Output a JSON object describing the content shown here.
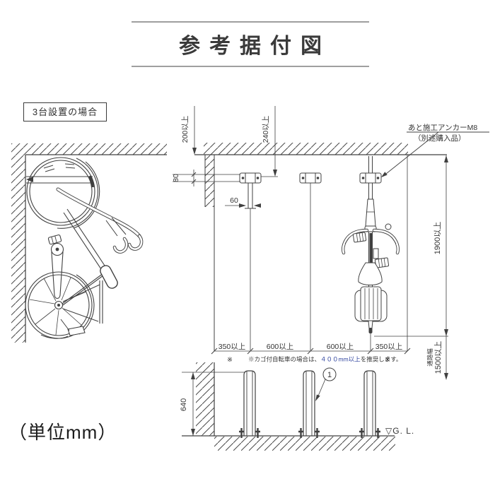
{
  "header": {
    "title": "参考据付図"
  },
  "left_view": {
    "case_label": "3台設置の場合",
    "unit_label": "（単位mm）"
  },
  "plan_view": {
    "dim_wall_top": "200以上",
    "dim_bracket_top": "240以上",
    "dim_wall_offset": "80",
    "dim_rail_width": "60",
    "anchor_callout_line1": "あと施工アンカーM8",
    "anchor_callout_line2": "（別途購入品）",
    "bottom_dims": [
      "350以上",
      "600以上",
      "600以上",
      "350以上"
    ],
    "asterisk": "※",
    "note_prefix": "※カゴ付自転車の場合は、",
    "note_highlight": "４００mm以上",
    "note_suffix": "を推奨します。",
    "dim_depth": "1900以上",
    "dim_aisle_label": "通路幅",
    "dim_aisle_value": "1500以上"
  },
  "elevation_view": {
    "dim_height": "640",
    "part_balloon": "1",
    "ground_label": "▽G. L."
  },
  "colors": {
    "line": "#404040",
    "note_highlight": "#3347a0",
    "rule": "#9f9f9f"
  }
}
